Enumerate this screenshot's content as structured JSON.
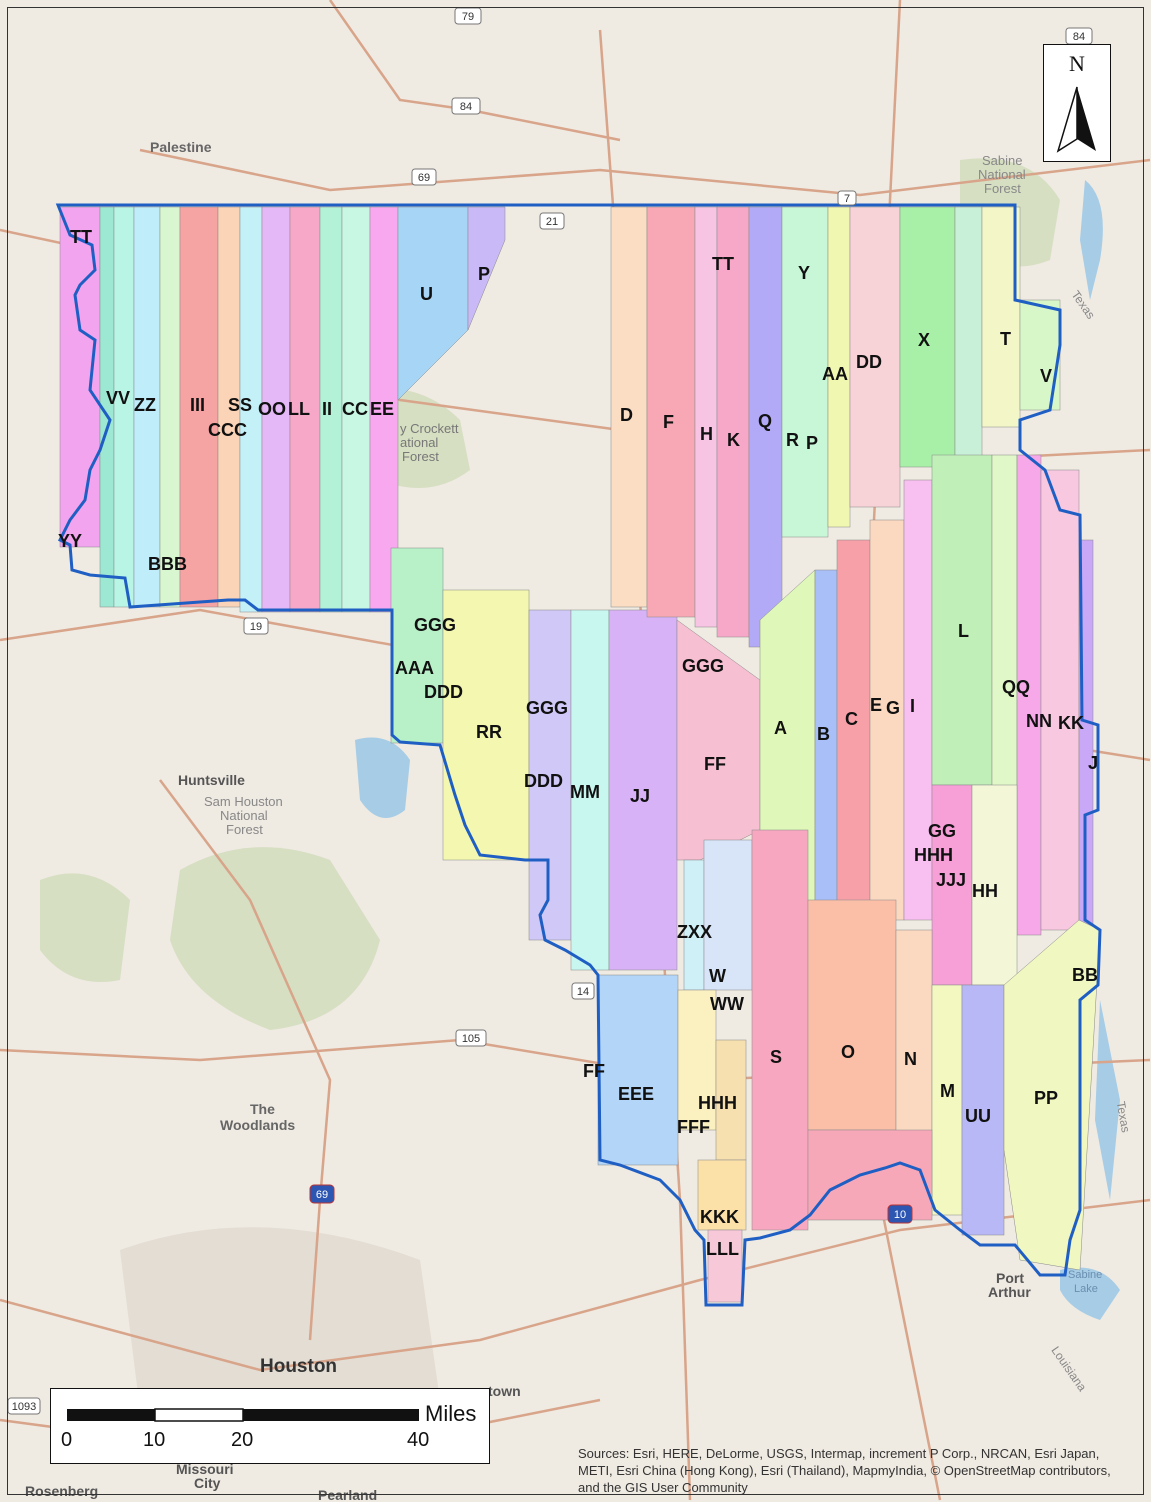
{
  "north_arrow": {
    "letter": "N"
  },
  "scale_bar": {
    "unit": "Miles",
    "ticks": [
      "0",
      "10",
      "20",
      "40"
    ]
  },
  "credits": "Sources: Esri, HERE, DeLorme, USGS, Intermap, increment P Corp., NRCAN, Esri Japan, METI, Esri China (Hong Kong), Esri (Thailand), MapmyIndia, © OpenStreetMap contributors, and the GIS User Community",
  "places": [
    "Palestine",
    "Sabine",
    "National",
    "Forest",
    "Huntsville",
    "Sam Houston",
    "National",
    "Forest",
    "The",
    "Woodlands",
    "Houston",
    "Rosenberg",
    "Missouri",
    "City",
    "Pearland",
    "Port",
    "Arthur",
    "Texas",
    "Texas",
    "Louisiana",
    "Sabine",
    "Lake",
    "y Crockett",
    "ational",
    "Forest",
    "town"
  ],
  "shields": [
    "79",
    "84",
    "84",
    "69",
    "21",
    "7",
    "19",
    "105",
    "14",
    "69",
    "10",
    "1093"
  ],
  "zones": [
    "TT",
    "VV",
    "ZZ",
    "III",
    "SS",
    "CCC",
    "OO",
    "LL",
    "II",
    "CC",
    "EE",
    "U",
    "P",
    "YY",
    "BBB",
    "GGG",
    "AAA",
    "DDD",
    "RR",
    "GGG",
    "DDD",
    "MM",
    "JJ",
    "GGG",
    "FF",
    "D",
    "F",
    "H",
    "K",
    "TT",
    "Q",
    "R",
    "P",
    "Y",
    "AA",
    "DD",
    "X",
    "T",
    "V",
    "L",
    "QQ",
    "NN",
    "KK",
    "J",
    "A",
    "B",
    "C",
    "E",
    "G",
    "I",
    "GG",
    "HHH",
    "JJJ",
    "HH",
    "ZXX",
    "W",
    "WW",
    "BB",
    "S",
    "O",
    "N",
    "M",
    "UU",
    "PP",
    "FF",
    "EEE",
    "HHH",
    "FFF",
    "KKK",
    "LLL"
  ],
  "colors": {
    "boundary": "#1f5fc4",
    "road": "#d8a48a",
    "forest": "#d6dfc2",
    "water": "#a6cce6",
    "land": "#efeae2"
  }
}
